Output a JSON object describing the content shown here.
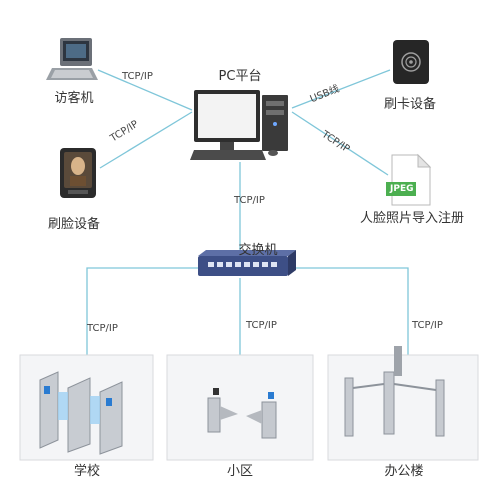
{
  "labels": {
    "pc": "PC平台",
    "visitor": "访客机",
    "face_device": "刷脸设备",
    "card_device": "刷卡设备",
    "face_import": "人脸照片导入注册",
    "switch": "交换机",
    "school": "学校",
    "community": "小区",
    "office": "办公楼"
  },
  "links": {
    "visitor_tcp": "TCP/IP",
    "face_tcp": "TCP/IP",
    "usb": "USB线",
    "import_tcp": "TCP/IP",
    "pc_switch_tcp": "TCP/IP",
    "school_tcp": "TCP/IP",
    "community_tcp": "TCP/IP",
    "office_tcp": "TCP/IP"
  },
  "file_icon_text": "JPEG",
  "colors": {
    "link": "#7fc6d9",
    "switch": "#3d4f86",
    "file_badge": "#4caf50"
  }
}
